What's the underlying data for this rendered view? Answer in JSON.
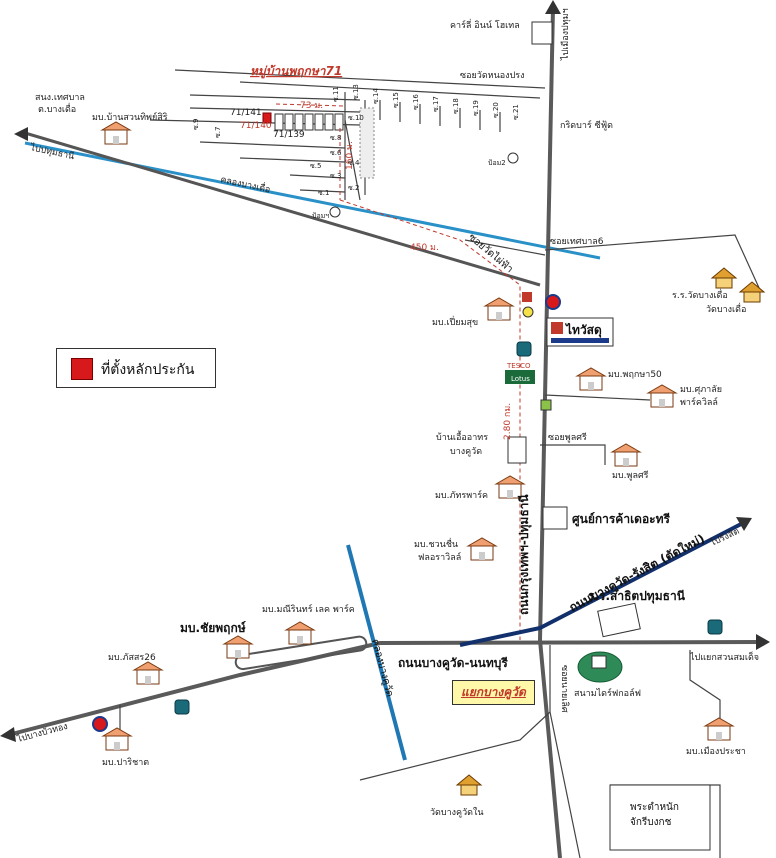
{
  "title": "หมู่บ้านพฤกษา71",
  "legend": {
    "label": "ที่ตั้งหลักประกัน",
    "color": "#d7191c"
  },
  "roads": {
    "pathum_thani": "ถนนกรุงเทพฯ-ปทุมธานี",
    "bangkhuwat_nonthaburi": "ถนนบางคูวัด-นนทบุรี",
    "bangkhuwat_rangsit": "ถนนบางคูวัด-รังสิต (ตัดใหม่)",
    "soi_nongprong": "ซอยวัดหนองปรง",
    "soi_wat_phrai_fa": "ซอยวัดไผ่ฟ้า",
    "soi_tessaban6": "ซอยเทศบาล6",
    "soi_phuttree": "ซอยพูลศรี",
    "soi_nai_lert": "ซอยนายเลิศ"
  },
  "directions": {
    "to_pathum": "ไปเมืองปทุมฯ",
    "to_rangsit": "ไปรังสิต",
    "to_suansomdet": "ไปแยกสวนสมเด็จ",
    "to_bangbuathong": "ไปบางบัวทอง",
    "to_prachauthit": "ไปปทุมธานี"
  },
  "canals": {
    "bang_khuea": "คลองบางเดื่อ",
    "bang_khuwat": "คลองบางคูวัด"
  },
  "distances": {
    "d73": "73 ม.",
    "d160": "160 ม.",
    "d450": "450 ม.",
    "d280": "2.80 กม."
  },
  "plots": {
    "p141": "71/141",
    "p140": "71/140",
    "p139": "71/139"
  },
  "soi_numbers": [
    "ซ.11",
    "ซ.13",
    "ซ.14",
    "ซ.15",
    "ซ.16",
    "ซ.17",
    "ซ.18",
    "ซ.19",
    "ซ.20",
    "ซ.21",
    "ซ.9",
    "ซ.7",
    "ซ.10",
    "ซ.8",
    "ซ.6",
    "ซ.4",
    "ซ.3",
    "ซ.5",
    "ซ.2",
    "ซ.1"
  ],
  "places": {
    "carsi_inn": "คาร์ลี่ อินน์ โฮเทล",
    "gridbar": "กริดบาร์ ซีฟู้ด",
    "pum2": "ป้อม2",
    "pum1": "ป้อมฯ",
    "sno_tessaban": "สนง.เทศบาล",
    "sno_tessaban2": "ต.บางเดื่อ",
    "mb_suan_thip": "มบ.บ้านสวนทิพย์สิริ",
    "rr_watbangkhuea": "ร.ร.วัดบางเดื่อ",
    "wat_bangkhuea": "วัดบางเดื่อ",
    "mb_piamsuk": "มบ.เปี่ยมสุข",
    "thaiwatsadu": "ไทวัสดุ",
    "tesco": "TESCO",
    "lotus": "Lotus",
    "mb_pruksa50": "มบ.พฤกษา50",
    "mb_supalai": "มบ.ศุภาลัย",
    "mb_supalai2": "พาร์ควิลล์",
    "ban_euea_1": "บ้านเอื้ออาทร",
    "ban_euea_2": "บางคูวัด",
    "mb_phuttree": "มบ.พูลศรี",
    "mb_patra": "มบ.ภัทรพาร์ค",
    "center": "ศูนย์การค้าเดอะทรี",
    "mb_chuanchuen_1": "มบ.ชวนชื่น",
    "mb_chuanchuen_2": "ฟลอราวิลล์",
    "rr_sarit": "ร.ร.สาธิตปทุมธานี",
    "mb_chaipruk": "มบ.ชัยพฤกษ์",
    "mb_maneerin": "มบ.มณีรินทร์ เลค พาร์ค",
    "mb_pattara26": "มบ.ภัสสร26",
    "mb_parichat": "มบ.ปาริชาต",
    "golf": "สนามไดร์ฟกอล์ฟ",
    "mb_muangpracha": "มบ.เมืองประชา",
    "wat_bangkhuwat_nai": "วัดบางคูวัดใน",
    "palace_1": "พระตำหนัก",
    "palace_2": "จักรีบงกช",
    "yaek": "แยกบางคูวัด"
  }
}
